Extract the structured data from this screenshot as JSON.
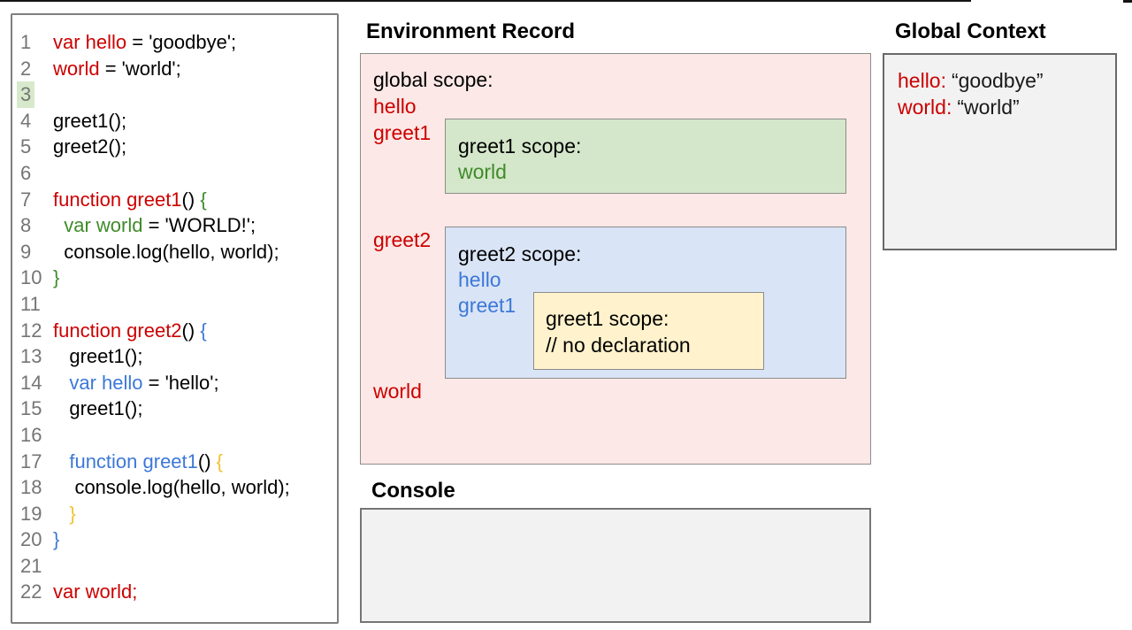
{
  "colors": {
    "red": "#cc0000",
    "green": "#3f8b29",
    "blue": "#3c78d8",
    "gold": "#f1c232",
    "pink-bg": "#fce8e6",
    "green-bg": "#d4e7ca",
    "blue-bg": "#d9e4f6",
    "yellow-bg": "#fff2cc",
    "gray-bg": "#f2f2f2",
    "line-num": "#757575",
    "hl-bg": "#d7e9cb"
  },
  "code_panel": {
    "lines": [
      {
        "num": "1",
        "segments": [
          [
            "var hello",
            "r"
          ],
          [
            " = 'goodbye';",
            "k"
          ]
        ]
      },
      {
        "num": "2",
        "segments": [
          [
            "world",
            "r"
          ],
          [
            " = 'world';",
            "k"
          ]
        ]
      },
      {
        "num": "3",
        "hl": true,
        "segments": []
      },
      {
        "num": "4",
        "segments": [
          [
            "greet1();",
            "k"
          ]
        ]
      },
      {
        "num": "5",
        "segments": [
          [
            "greet2();",
            "k"
          ]
        ]
      },
      {
        "num": "6",
        "segments": []
      },
      {
        "num": "7",
        "segments": [
          [
            "function greet1",
            "r"
          ],
          [
            "()",
            "k"
          ],
          [
            " {",
            "g"
          ]
        ]
      },
      {
        "num": "8",
        "segments": [
          [
            "  ",
            "k"
          ],
          [
            "var world",
            "g"
          ],
          [
            " = 'WORLD!';",
            "k"
          ]
        ]
      },
      {
        "num": "9",
        "segments": [
          [
            "  console.log(hello, world);",
            "k"
          ]
        ]
      },
      {
        "num": "10",
        "segments": [
          [
            "}",
            "g"
          ]
        ]
      },
      {
        "num": "11",
        "segments": []
      },
      {
        "num": "12",
        "segments": [
          [
            "function greet2",
            "r"
          ],
          [
            "()",
            "k"
          ],
          [
            " {",
            "b"
          ]
        ]
      },
      {
        "num": "13",
        "segments": [
          [
            "   greet1();",
            "k"
          ]
        ]
      },
      {
        "num": "14",
        "segments": [
          [
            "   ",
            "k"
          ],
          [
            "var hello",
            "b"
          ],
          [
            " = 'hello';",
            "k"
          ]
        ]
      },
      {
        "num": "15",
        "segments": [
          [
            "   greet1();",
            "k"
          ]
        ]
      },
      {
        "num": "16",
        "segments": []
      },
      {
        "num": "17",
        "segments": [
          [
            "   ",
            "k"
          ],
          [
            "function greet1",
            "b"
          ],
          [
            "()",
            "k"
          ],
          [
            " {",
            "y"
          ]
        ]
      },
      {
        "num": "18",
        "segments": [
          [
            "    console.log(hello, world);",
            "k"
          ]
        ]
      },
      {
        "num": "19",
        "segments": [
          [
            "   ",
            "k"
          ],
          [
            "}",
            "y"
          ]
        ]
      },
      {
        "num": "20",
        "segments": [
          [
            "}",
            "b"
          ]
        ]
      },
      {
        "num": "21",
        "segments": []
      },
      {
        "num": "22",
        "segments": [
          [
            "var world;",
            "r"
          ]
        ]
      }
    ]
  },
  "environment_record": {
    "title": "Environment Record",
    "global_label": "global scope:",
    "vars": {
      "hello": "hello",
      "greet1": "greet1",
      "greet2": "greet2",
      "world": "world"
    },
    "greet1_box": {
      "label": "greet1 scope:",
      "var_world": "world"
    },
    "greet2_box": {
      "label": "greet2 scope:",
      "var_hello": "hello",
      "var_greet1": "greet1",
      "inner_greet1_box": {
        "label": "greet1 scope:",
        "comment": "// no declaration"
      }
    }
  },
  "global_context": {
    "title": "Global Context",
    "entries": [
      {
        "key": "hello:",
        "value": "“goodbye”"
      },
      {
        "key": "world:",
        "value": "“world”"
      }
    ]
  },
  "console": {
    "title": "Console"
  }
}
